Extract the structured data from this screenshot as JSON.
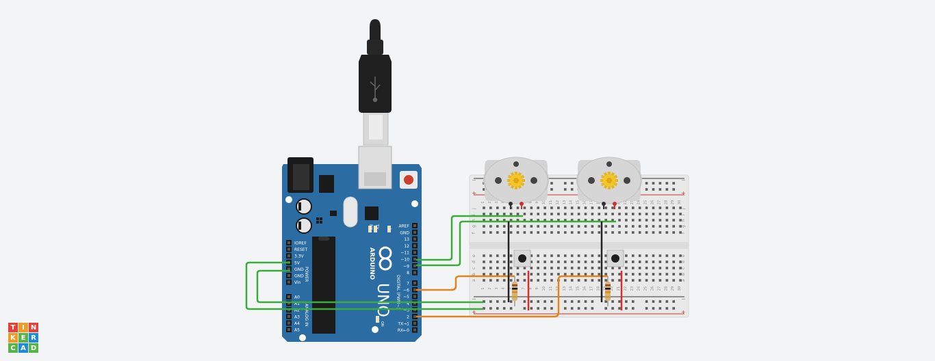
{
  "app": {
    "logo_letters": [
      "T",
      "I",
      "N",
      "K",
      "E",
      "R",
      "C",
      "A",
      "D"
    ]
  },
  "arduino": {
    "brand": "ARDUINO",
    "model": "UNO",
    "power_header": [
      "IOREF",
      "RESET",
      "3.3V",
      "5V",
      "GND",
      "GND",
      "Vin"
    ],
    "power_section": "POWER",
    "analog_header": [
      "A0",
      "A1",
      "A2",
      "A3",
      "A4",
      "A5"
    ],
    "analog_section": "ANALOG IN",
    "digital_header": [
      "AREF",
      "GND",
      "13",
      "12",
      "~11",
      "~10",
      "~9",
      "8",
      "7",
      "~6",
      "~5",
      "4",
      "~3",
      "2",
      "TX→1",
      "RX←0"
    ],
    "digital_section": "DIGITAL (PWM~)",
    "tx_label": "TX",
    "rx_label": "RX",
    "l_label": "L",
    "on_label": "ON"
  },
  "breadboard": {
    "column_numbers": [
      "1",
      "2",
      "3",
      "4",
      "5",
      "6",
      "7",
      "8",
      "9",
      "10",
      "11",
      "12",
      "13",
      "14",
      "15",
      "16",
      "17",
      "18",
      "19",
      "20",
      "21",
      "22",
      "23",
      "24",
      "25",
      "26",
      "27",
      "28",
      "29",
      "30"
    ],
    "row_letters_top": [
      "j",
      "i",
      "h",
      "g",
      "f"
    ],
    "row_letters_bottom": [
      "e",
      "d",
      "c",
      "b",
      "a"
    ],
    "rail_minus": "−",
    "rail_plus": "+"
  },
  "colors": {
    "background": "#f3f4f6",
    "arduino_board": "#2b6ca3",
    "wire_green": "#3aac3a",
    "wire_orange": "#e0851c",
    "wire_black": "#222222",
    "wire_red": "#d6302b",
    "logo_red": "#e3403a",
    "logo_orange": "#f39a26",
    "logo_green": "#57b547",
    "logo_blue": "#1e8bd6"
  },
  "components": {
    "usb_cable": "usb-b-cable",
    "motors": [
      "dc-motor",
      "dc-motor"
    ],
    "pushbuttons": [
      "pushbutton",
      "pushbutton"
    ],
    "resistors": [
      "resistor",
      "resistor"
    ]
  }
}
